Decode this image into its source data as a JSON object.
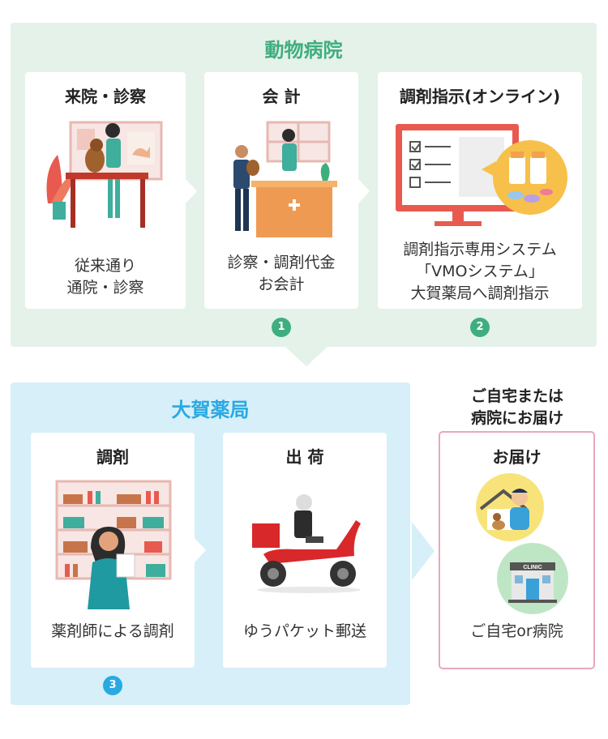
{
  "hospital": {
    "title": "動物病院",
    "cards": [
      {
        "title": "来院・診察",
        "desc": "従来通り\n通院・診察"
      },
      {
        "title": "会 計",
        "desc": "診察・調剤代金\nお会計"
      },
      {
        "title": "調剤指示(オンライン)",
        "desc": "調剤指示専用システム\n「VMOシステム」\n大賀薬局へ調剤指示"
      }
    ],
    "badges": [
      "1",
      "2"
    ]
  },
  "pharmacy": {
    "title": "大賀薬局",
    "cards": [
      {
        "title": "調剤",
        "desc": "薬剤師による調剤"
      },
      {
        "title": "出 荷",
        "desc": "ゆうパケット郵送"
      }
    ],
    "badge": "3"
  },
  "delivery": {
    "heading": "ご自宅または\n病院にお届け",
    "title": "お届け",
    "desc": "ご自宅or病院",
    "clinic_sign": "CLINIC"
  },
  "colors": {
    "hospital_bg": "#e4f2ea",
    "hospital_accent": "#3fae7e",
    "pharmacy_bg": "#d6eff9",
    "pharmacy_accent": "#29a9e1",
    "delivery_border": "#e8a8bb"
  },
  "icons": [
    "vet-exam-illustration",
    "reception-counter-illustration",
    "online-prescription-monitor-illustration",
    "pharmacist-shelf-illustration",
    "delivery-scooter-illustration",
    "home-delivery-icon",
    "clinic-building-icon"
  ]
}
